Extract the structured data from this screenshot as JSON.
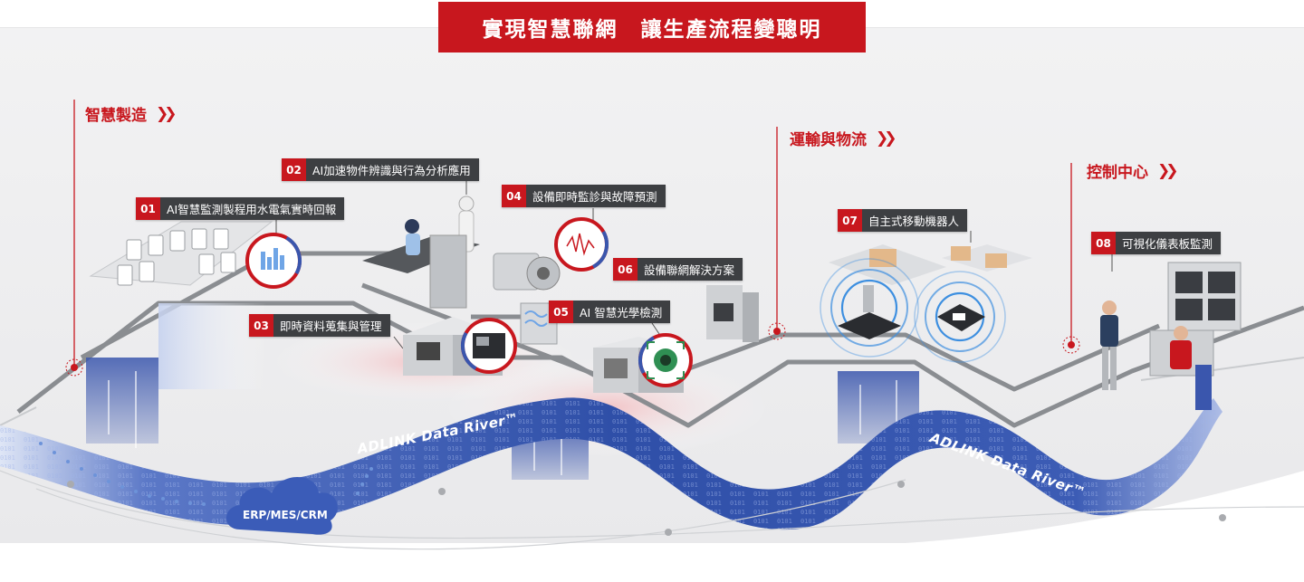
{
  "title": "實現智慧聯網　讓生產流程變聰明",
  "sections": {
    "manufacturing": "智慧製造",
    "logistics": "運輸與物流",
    "control": "控制中心"
  },
  "chevron": "❯❯",
  "callouts": [
    {
      "num": "01",
      "text": "AI智慧監測製程用水電氣實時回報"
    },
    {
      "num": "02",
      "text": "AI加速物件辨識與行為分析應用"
    },
    {
      "num": "03",
      "text": "即時資料蒐集與管理"
    },
    {
      "num": "04",
      "text": "設備即時監診與故障預測"
    },
    {
      "num": "05",
      "text": "AI 智慧光學檢測"
    },
    {
      "num": "06",
      "text": "設備聯網解決方案"
    },
    {
      "num": "07",
      "text": "自主式移動機器人"
    },
    {
      "num": "08",
      "text": "可視化儀表板監測"
    }
  ],
  "data_river": "ADLINK Data River™",
  "cloud": "ERP/MES/CRM",
  "colors": {
    "brand_red": "#c8171e",
    "label_dark": "#3d3f42",
    "river_blue": "#2f4fa8",
    "track_gray": "#8a8d91"
  }
}
